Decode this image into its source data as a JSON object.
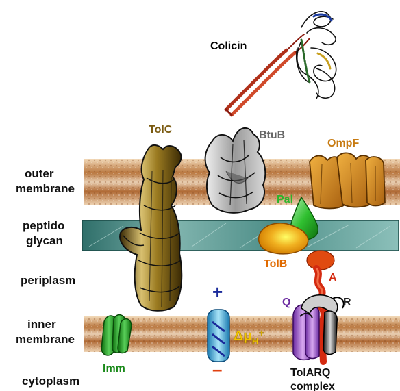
{
  "regions": {
    "outer_membrane": [
      "outer",
      "membrane"
    ],
    "peptidoglycan": [
      "peptido",
      "glycan"
    ],
    "periplasm": "periplasm",
    "inner_membrane": [
      "inner",
      "membrane"
    ],
    "cytoplasm": "cytoplasm"
  },
  "proteins": {
    "colicin": "Colicin",
    "tolc": "TolC",
    "btub": "BtuB",
    "ompf": "OmpF",
    "pal": "Pal",
    "tolb": "TolB",
    "tola": "A",
    "tolq": "Q",
    "tolr": "R",
    "imm": "Imm",
    "tolarq": [
      "TolARQ",
      "complex"
    ]
  },
  "pmf": {
    "plus": "+",
    "minus": "–",
    "delta": "Δ",
    "mu": "μ",
    "sub": "H",
    "sup": "+"
  },
  "colors": {
    "colicin": "#8b1a0e",
    "tolc": "#7a5a10",
    "btub": "#666666",
    "ompf": "#c77a10",
    "pal": "#2ab52a",
    "tolb": "#e06a00",
    "tola": "#d42a10",
    "tolq": "#6a2aa0",
    "tolr": "#222222",
    "imm": "#1a8a1a",
    "pmf_plus": "#1a2a9a",
    "pmf_minus": "#e04010",
    "pmf_text": "#f2c400"
  }
}
